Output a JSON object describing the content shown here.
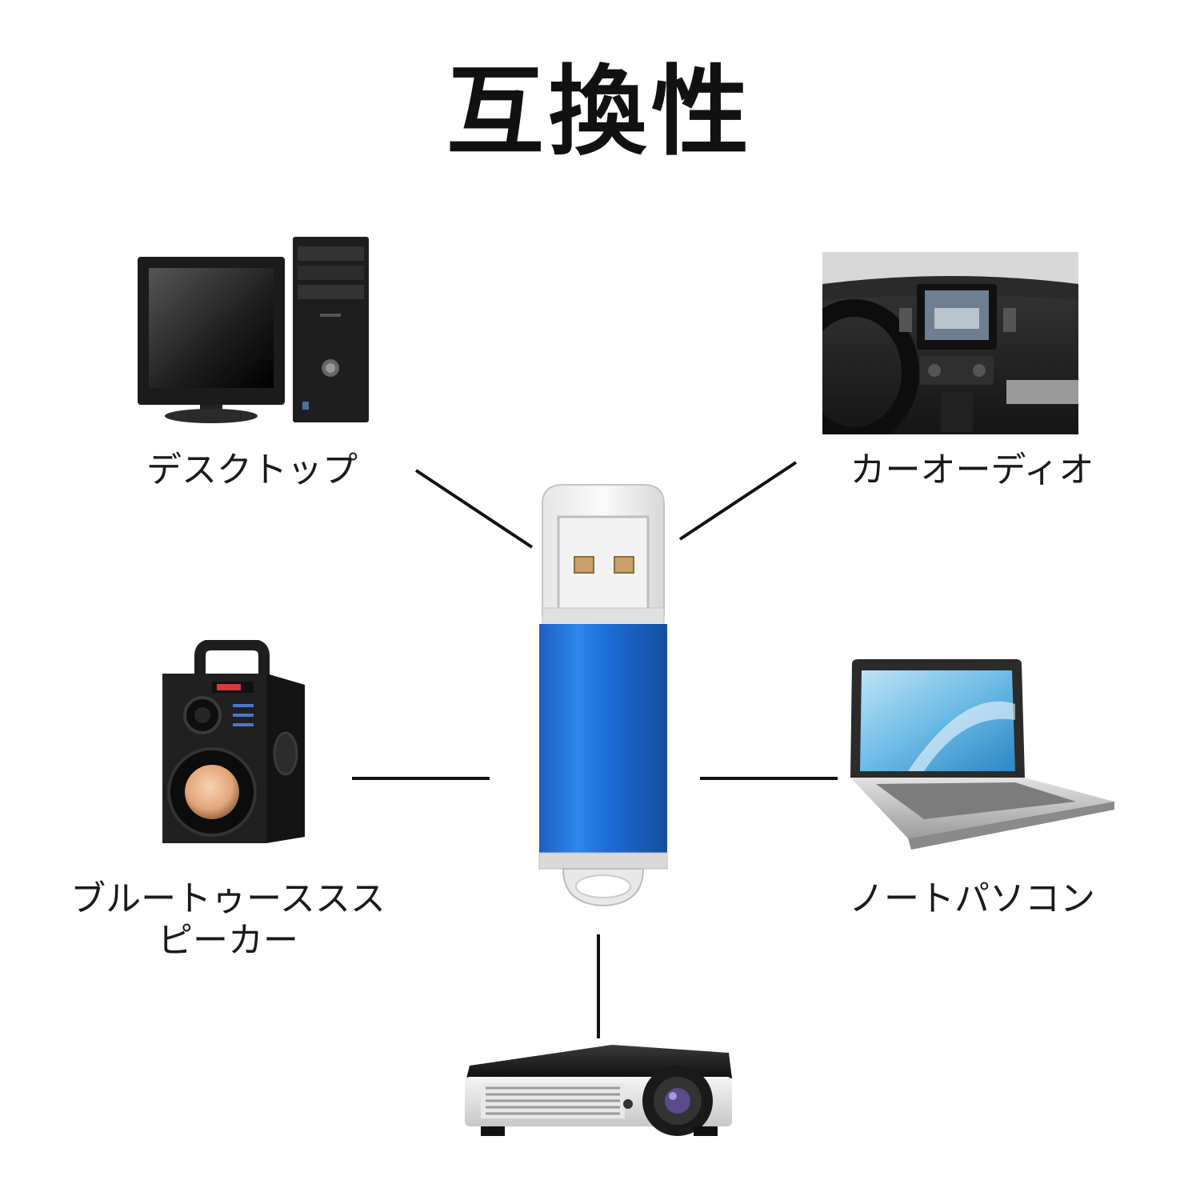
{
  "title": "互換性",
  "devices": {
    "desktop": {
      "label": "デスクトップ",
      "icon": "desktop-computer-icon"
    },
    "car_audio": {
      "label": "カーオーディオ",
      "icon": "car-audio-icon"
    },
    "bluetooth_speaker": {
      "label_line1": "ブルートゥーススス",
      "label_line2": "ピーカー",
      "icon": "bluetooth-speaker-icon"
    },
    "laptop": {
      "label": "ノートパソコン",
      "icon": "laptop-icon"
    },
    "projector": {
      "icon": "projector-icon"
    }
  },
  "center": {
    "icon": "usb-flash-drive-icon",
    "color": "#1e6fd6"
  },
  "colors": {
    "line": "#111111",
    "text": "#1a1a1a"
  }
}
